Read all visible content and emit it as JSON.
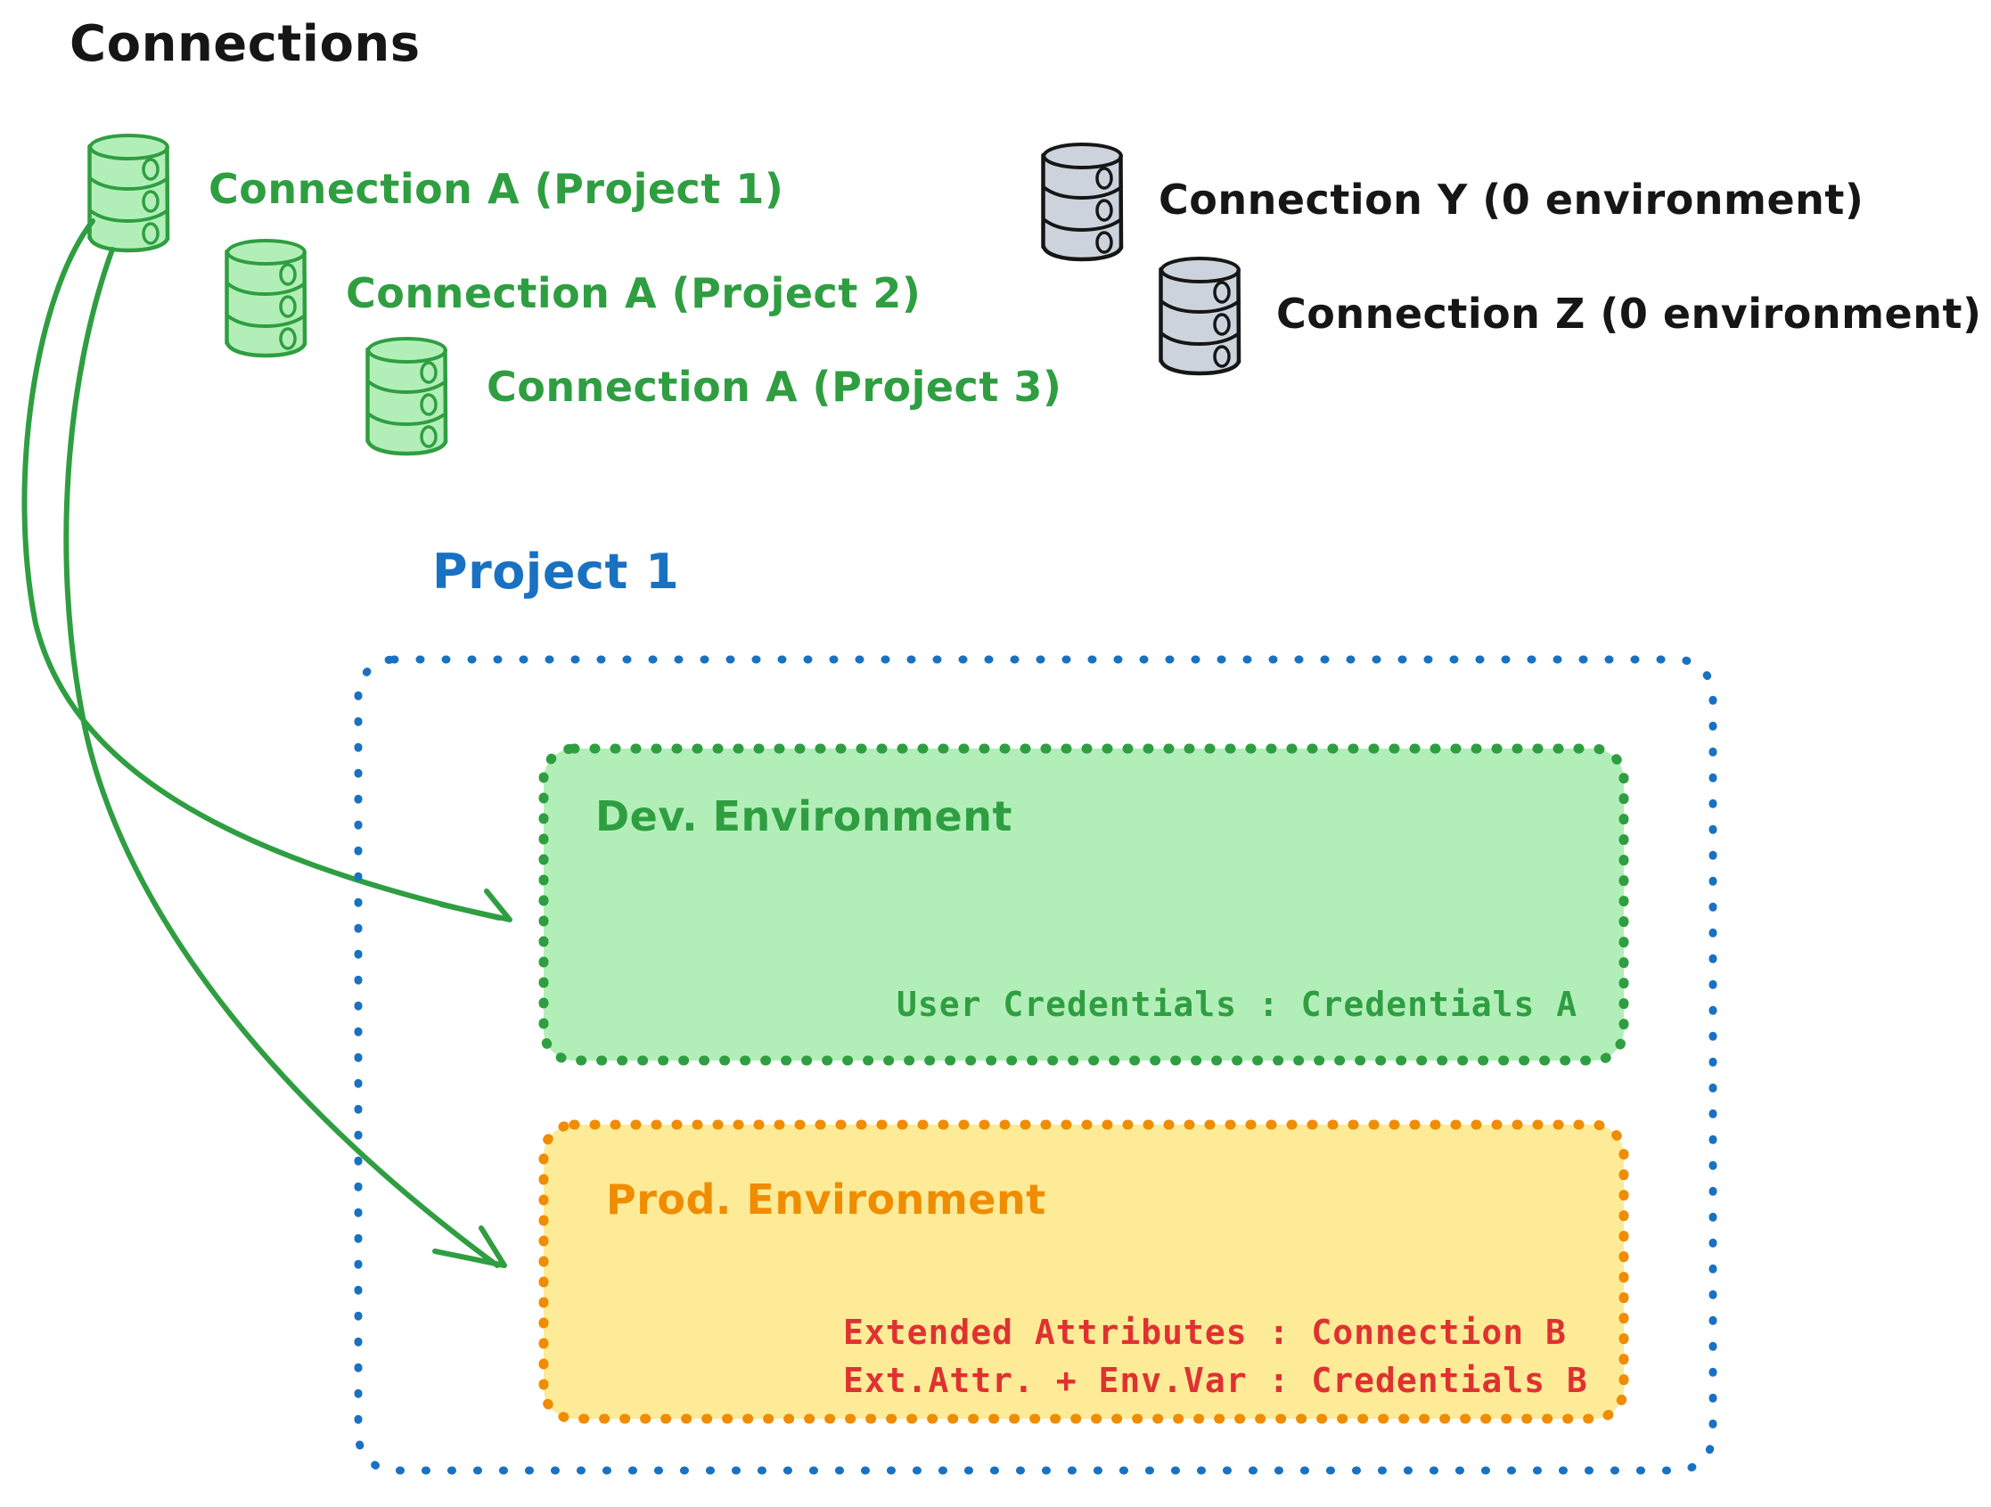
{
  "diagram": {
    "background": "#ffffff",
    "heading": "Connections",
    "colors": {
      "green_stroke": "#2f9e41",
      "green_fill": "#b2efb8",
      "gray_fill": "#cdd3dd",
      "gray_stroke": "#161616",
      "blue": "#1971c2",
      "orange": "#f08c00",
      "yellow_fill": "#fdeb97",
      "red": "#e03131",
      "black": "#161616"
    }
  },
  "connections": {
    "green_nodes": [
      {
        "label": "Connection A (Project 1)",
        "icon": "database-icon",
        "color": "#2f9e41"
      },
      {
        "label": "Connection A (Project 2)",
        "icon": "database-icon",
        "color": "#2f9e41"
      },
      {
        "label": "Connection A (Project 3)",
        "icon": "database-icon",
        "color": "#2f9e41"
      }
    ],
    "gray_nodes": [
      {
        "label": "Connection Y (0 environment)",
        "icon": "database-icon",
        "color": "#161616"
      },
      {
        "label": "Connection Z (0 environment)",
        "icon": "database-icon",
        "color": "#161616"
      }
    ]
  },
  "project": {
    "title": "Project 1",
    "environments": [
      {
        "name": "Dev. Environment",
        "border_color": "#2f9e41",
        "fill_color": "#b2efb8",
        "entries": [
          {
            "text": "User Credentials : Credentials A",
            "color": "#2f9e41"
          }
        ]
      },
      {
        "name": "Prod. Environment",
        "border_color": "#f08c00",
        "fill_color": "#fdeb97",
        "entries": [
          {
            "text": "Extended Attributes : Connection B",
            "color": "#e03131"
          },
          {
            "text": "Ext.Attr. + Env.Var : Credentials B",
            "color": "#e03131"
          }
        ]
      }
    ]
  },
  "arrows": [
    {
      "from": "Connection A (Project 1)",
      "to": "Dev. Environment",
      "color": "#2f9e41"
    },
    {
      "from": "Connection A (Project 1)",
      "to": "Prod. Environment",
      "color": "#2f9e41"
    }
  ]
}
